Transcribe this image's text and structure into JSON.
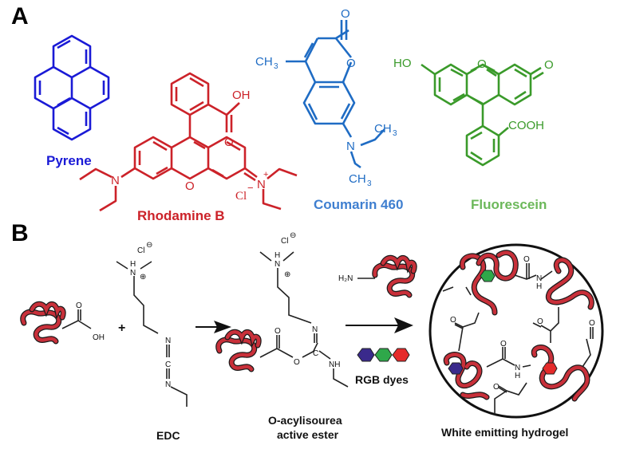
{
  "figure": {
    "panel_a": {
      "label": "A",
      "molecules": [
        {
          "name": "Pyrene",
          "color": "#1a1ad6"
        },
        {
          "name": "Rhodamine B",
          "color": "#cc2229",
          "atoms": {
            "oh": "OH",
            "o_carbonyl": "O",
            "o_ring": "O",
            "n_left": "N",
            "n_right": "N",
            "plus": "+",
            "cl": "Cl",
            "minus": "−"
          }
        },
        {
          "name": "Coumarin 460",
          "color": "#1f6cc4",
          "atoms": {
            "ch3_left": "CH",
            "sub3": "3",
            "o_carbonyl": "O",
            "o_ring": "O",
            "n": "N",
            "ch3_a": "CH",
            "ch3_b": "CH"
          }
        },
        {
          "name": "Fluorescein",
          "color": "#3a9a2a",
          "name_color": "#6cb85a",
          "atoms": {
            "ho": "HO",
            "o_ring": "O",
            "o_ketone": "O",
            "cooh": "COOH"
          }
        }
      ]
    },
    "panel_b": {
      "label": "B",
      "plus_sign": "+",
      "reactant_acid": {
        "o": "O",
        "oh": "OH"
      },
      "edc": {
        "name": "EDC",
        "cl": "Cl",
        "minus": "⊖",
        "h": "H",
        "n": "N",
        "plus": "⊕",
        "n1": "N",
        "c": "C",
        "n2": "N"
      },
      "intermediate": {
        "name_line1": "O-acylisourea",
        "name_line2": "active ester",
        "cl": "Cl",
        "minus": "⊖",
        "h": "H",
        "n": "N",
        "plus": "⊕",
        "o": "O",
        "o_ester": "O",
        "c": "C",
        "n_imine": "N",
        "nh": "NH"
      },
      "amine": {
        "h2n": "H₂N"
      },
      "dyes": {
        "label": "RGB dyes",
        "colors": [
          "#3a2a8c",
          "#2fa84a",
          "#e52b2b"
        ]
      },
      "product": {
        "name": "White emitting hydrogel",
        "amide_o": "O",
        "amide_nh": "N",
        "amide_h": "H"
      }
    }
  }
}
